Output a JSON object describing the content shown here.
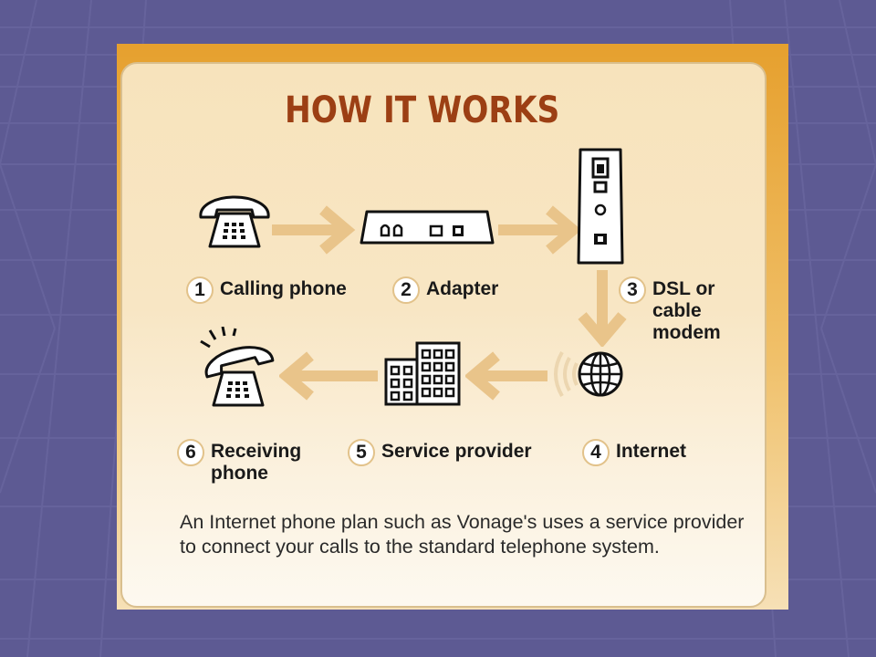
{
  "diagram": {
    "title": "HOW IT WORKS",
    "steps": [
      {
        "num": "1",
        "label": "Calling phone",
        "icon": "telephone-icon"
      },
      {
        "num": "2",
        "label": "Adapter",
        "icon": "adapter-icon"
      },
      {
        "num": "3",
        "label": "DSL or cable modem",
        "icon": "modem-icon"
      },
      {
        "num": "4",
        "label": "Internet",
        "icon": "globe-icon"
      },
      {
        "num": "5",
        "label": "Service provider",
        "icon": "buildings-icon"
      },
      {
        "num": "6",
        "label": "Receiving phone",
        "icon": "ringing-telephone-icon"
      }
    ],
    "description": "An Internet phone plan such as Vonage's uses a service provider to connect your calls to the standard telephone system.",
    "colors": {
      "title": "#9c3f14",
      "arrow": "#e9c48a",
      "slide_background": "#5d5a93",
      "frame": "#e6a02e"
    }
  }
}
